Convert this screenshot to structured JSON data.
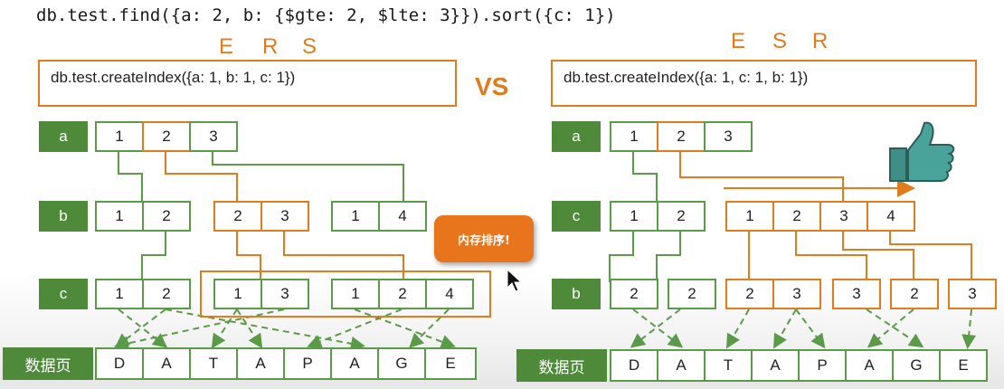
{
  "query": "db.test.find({a: 2, b: {$gte: 2, $lte: 3}}).sort({c: 1})",
  "vs_label": "VS",
  "left": {
    "letters": [
      "E",
      "R",
      "S"
    ],
    "index": "db.test.createIndex({a: 1, b: 1, c: 1})",
    "row_labels": [
      "a",
      "b",
      "c"
    ],
    "row_a": [
      "1",
      "2",
      "3"
    ],
    "row_b": [
      "1",
      "2",
      "2",
      "3",
      "1",
      "4"
    ],
    "row_c": [
      "1",
      "2",
      "1",
      "3",
      "1",
      "2",
      "4"
    ],
    "bubble": "内存排序!"
  },
  "right": {
    "letters": [
      "E",
      "S",
      "R"
    ],
    "index": "db.test.createIndex({a: 1, c: 1, b: 1})",
    "row_labels": [
      "a",
      "c",
      "b"
    ],
    "row_a": [
      "1",
      "2",
      "3"
    ],
    "row_c": [
      "1",
      "2",
      "1",
      "2",
      "3",
      "4"
    ],
    "row_b": [
      "2",
      "2",
      "2",
      "3",
      "3",
      "2",
      "3"
    ],
    "thumb": "thumbs-up-icon"
  },
  "data_page": {
    "label": "数据页",
    "cells": [
      "D",
      "A",
      "T",
      "A",
      "P",
      "A",
      "G",
      "E"
    ]
  },
  "colors": {
    "green": "#5b9a49",
    "label_green": "#4e8a3a",
    "orange": "#e07b1e"
  }
}
